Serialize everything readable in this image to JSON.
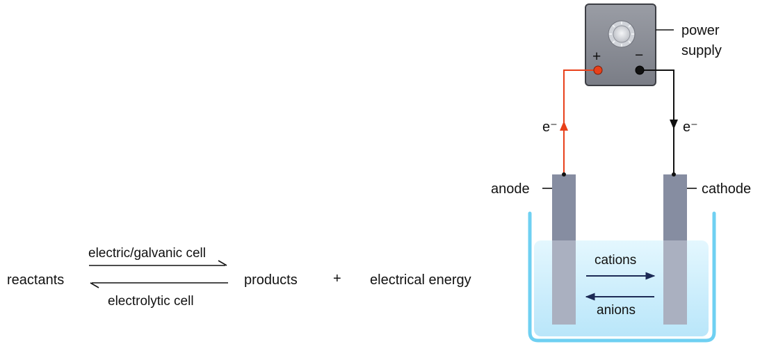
{
  "equation": {
    "reactants": "reactants",
    "forward_label": "electric/galvanic cell",
    "reverse_label": "electrolytic cell",
    "products": "products",
    "plus": "+",
    "energy": "electrical energy"
  },
  "cell": {
    "power_supply_line1": "power",
    "power_supply_line2": "supply",
    "positive_sign": "+",
    "negative_sign": "−",
    "electron_left": "e⁻",
    "electron_right": "e⁻",
    "anode": "anode",
    "cathode": "cathode",
    "cations": "cations",
    "anions": "anions"
  },
  "colors": {
    "anode_wire": "#e8401a",
    "cathode_wire": "#111111",
    "electrode": "#8c93a6",
    "solution": "#cdeefc",
    "beaker": "#6fd0f2",
    "power_box": "#8a8d95"
  }
}
